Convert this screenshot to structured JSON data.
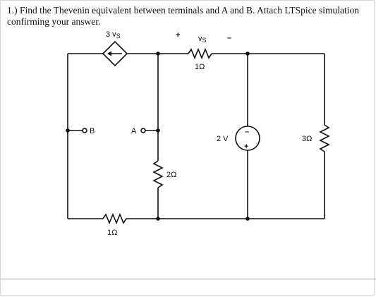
{
  "question": {
    "line1": "1.) Find the Thevenin equivalent between terminals and A and B. Attach LTSpice simulation",
    "line2": "confirming your answer."
  },
  "circuit": {
    "dependent_source_label": "3 v",
    "dependent_source_sub": "S",
    "vs_label": "v",
    "vs_sub": "S",
    "vs_plus": "+",
    "vs_minus": "–",
    "top_resistor_label": "1Ω",
    "middle_resistor_label": "2Ω",
    "bottom_resistor_label": "1Ω",
    "right_resistor_label": "3Ω",
    "voltage_source_label": "2 V",
    "voltage_source_minus": "–",
    "voltage_source_plus": "+",
    "terminal_b_label": "B",
    "terminal_a_label": "A"
  }
}
